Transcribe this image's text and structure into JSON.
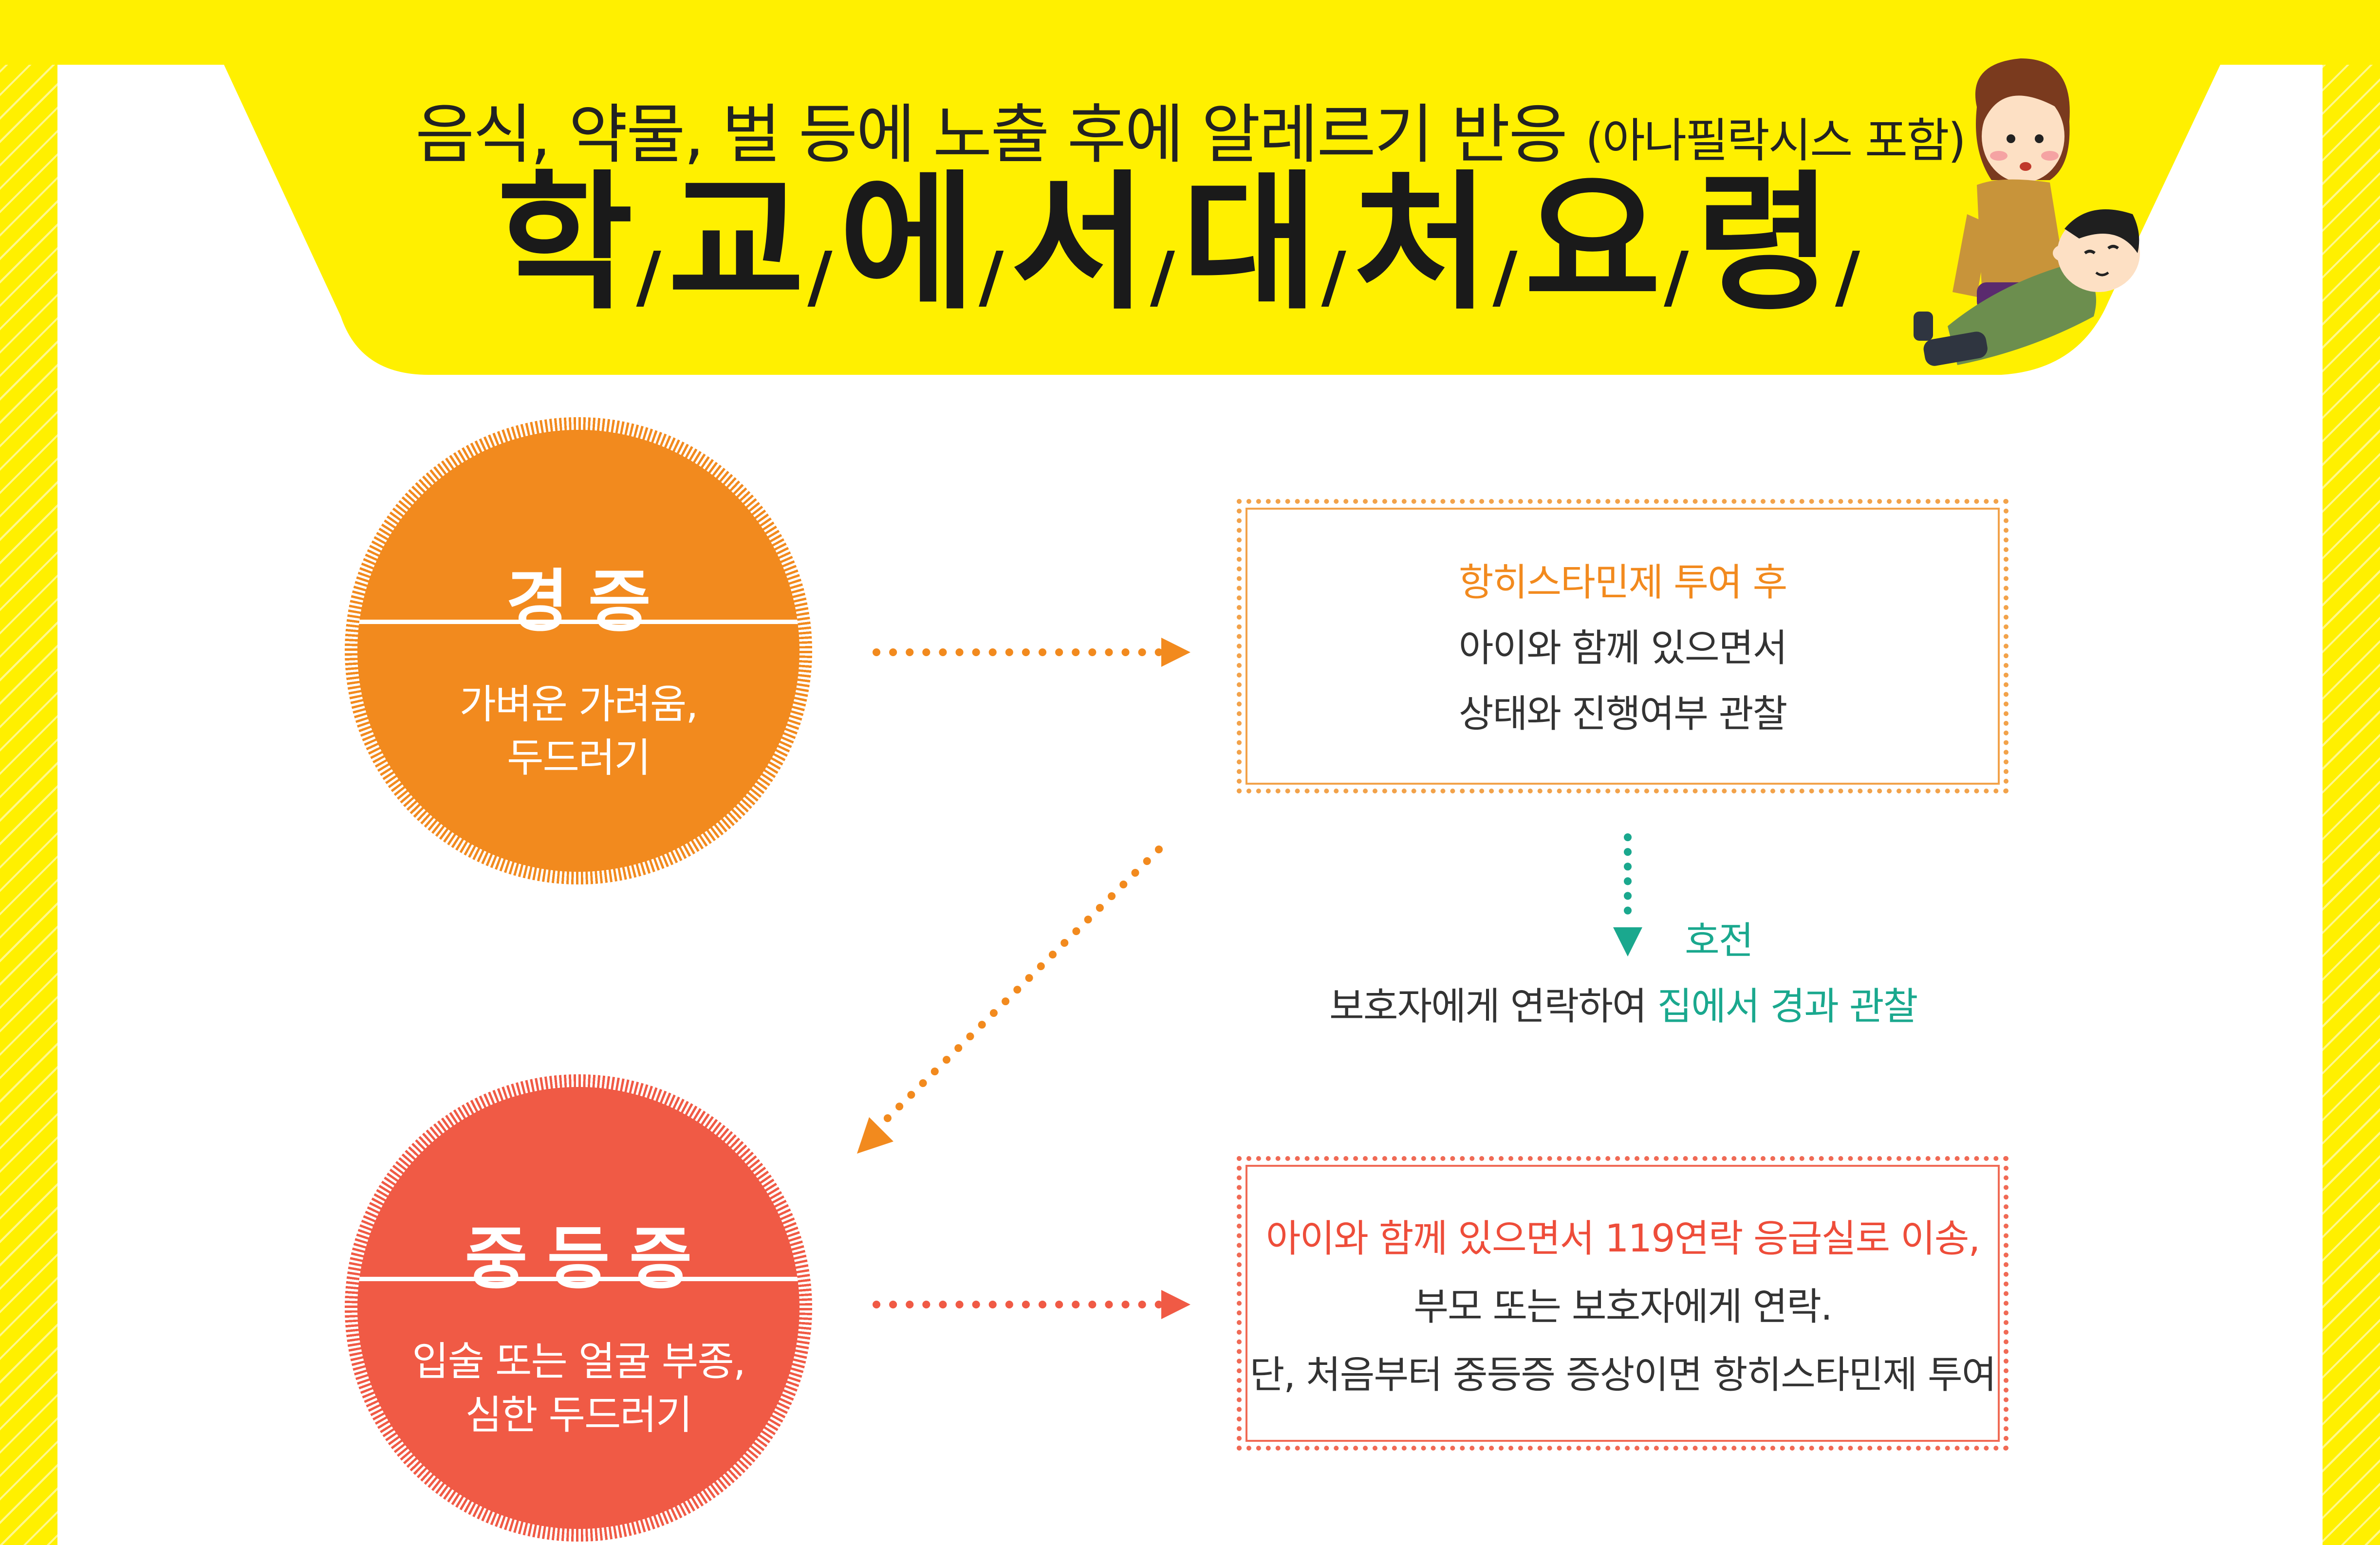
{
  "header": {
    "subtitle": "음식, 약물, 벌 등에 노출 후에 알레르기 반응",
    "subtitle_paren": "(아나필락시스 포함)",
    "title_chars": [
      "학",
      "교",
      "에",
      "서",
      "대",
      "처",
      "요",
      "령"
    ],
    "slash": "/"
  },
  "mild": {
    "heading": "경증",
    "desc_line1": "가벼운 가려움,",
    "desc_line2": "두드러기",
    "color": "#f28a1e"
  },
  "mild_action": {
    "line1": "항히스타민제 투여 후",
    "line2": "아이와 함께 있으면서",
    "line3": "상태와 진행여부 관찰",
    "border_color": "#f2a24a",
    "accent_color": "#f28a1e"
  },
  "improvement": {
    "label": "호전",
    "text_prefix": "보호자에게 연락하여 ",
    "text_highlight": "집에서 경과 관찰",
    "color": "#1aa88e"
  },
  "moderate": {
    "heading": "중등증",
    "desc_line1": "입술 또는 얼굴 부종,",
    "desc_line2": "심한 두드러기",
    "color": "#f05a45"
  },
  "moderate_action": {
    "line1": "아이와 함께 있으면서 119연락 응급실로 이송,",
    "line2": "부모 또는 보호자에게 연락.",
    "line3": "단, 처음부터 중등증 증상이면 항히스타민제 투여",
    "border_color": "#f06a55",
    "accent_color": "#ee4d3a"
  },
  "colors": {
    "background": "#fff000",
    "orange_arrow": "#f28a1e",
    "red_arrow": "#f05a45",
    "teal": "#1aa88e"
  },
  "icons": {
    "illustration": "woman-helping-fallen-boy-illustration"
  }
}
